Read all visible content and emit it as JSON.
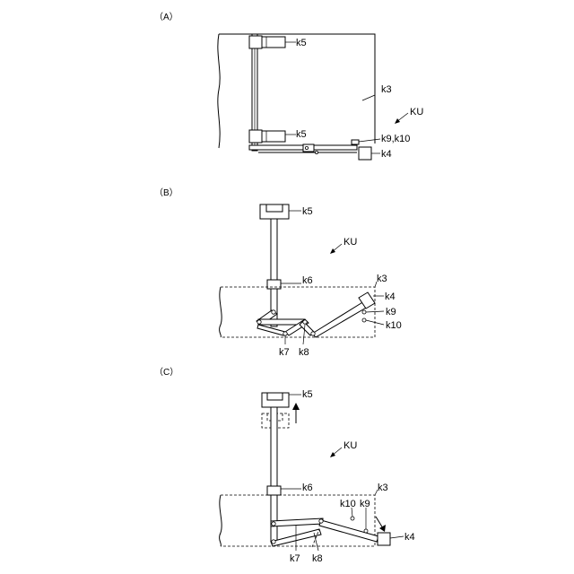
{
  "panels": {
    "a": {
      "label": "（A）",
      "k5_top": "k5",
      "k3": "k3",
      "KU": "KU",
      "k5_bottom": "k5",
      "k9k10": "k9,k10",
      "k4": "k4"
    },
    "b": {
      "label": "（B）",
      "k5": "k5",
      "KU": "KU",
      "k6": "k6",
      "k3": "k3",
      "k4": "k4",
      "k9": "k9",
      "k10": "k10",
      "k7": "k7",
      "k8": "k8"
    },
    "c": {
      "label": "（C）",
      "k5": "k5",
      "KU": "KU",
      "k6": "k6",
      "k3": "k3",
      "k10": "k10",
      "k9": "k9",
      "k4": "k4",
      "k7": "k7",
      "k8": "k8"
    }
  }
}
